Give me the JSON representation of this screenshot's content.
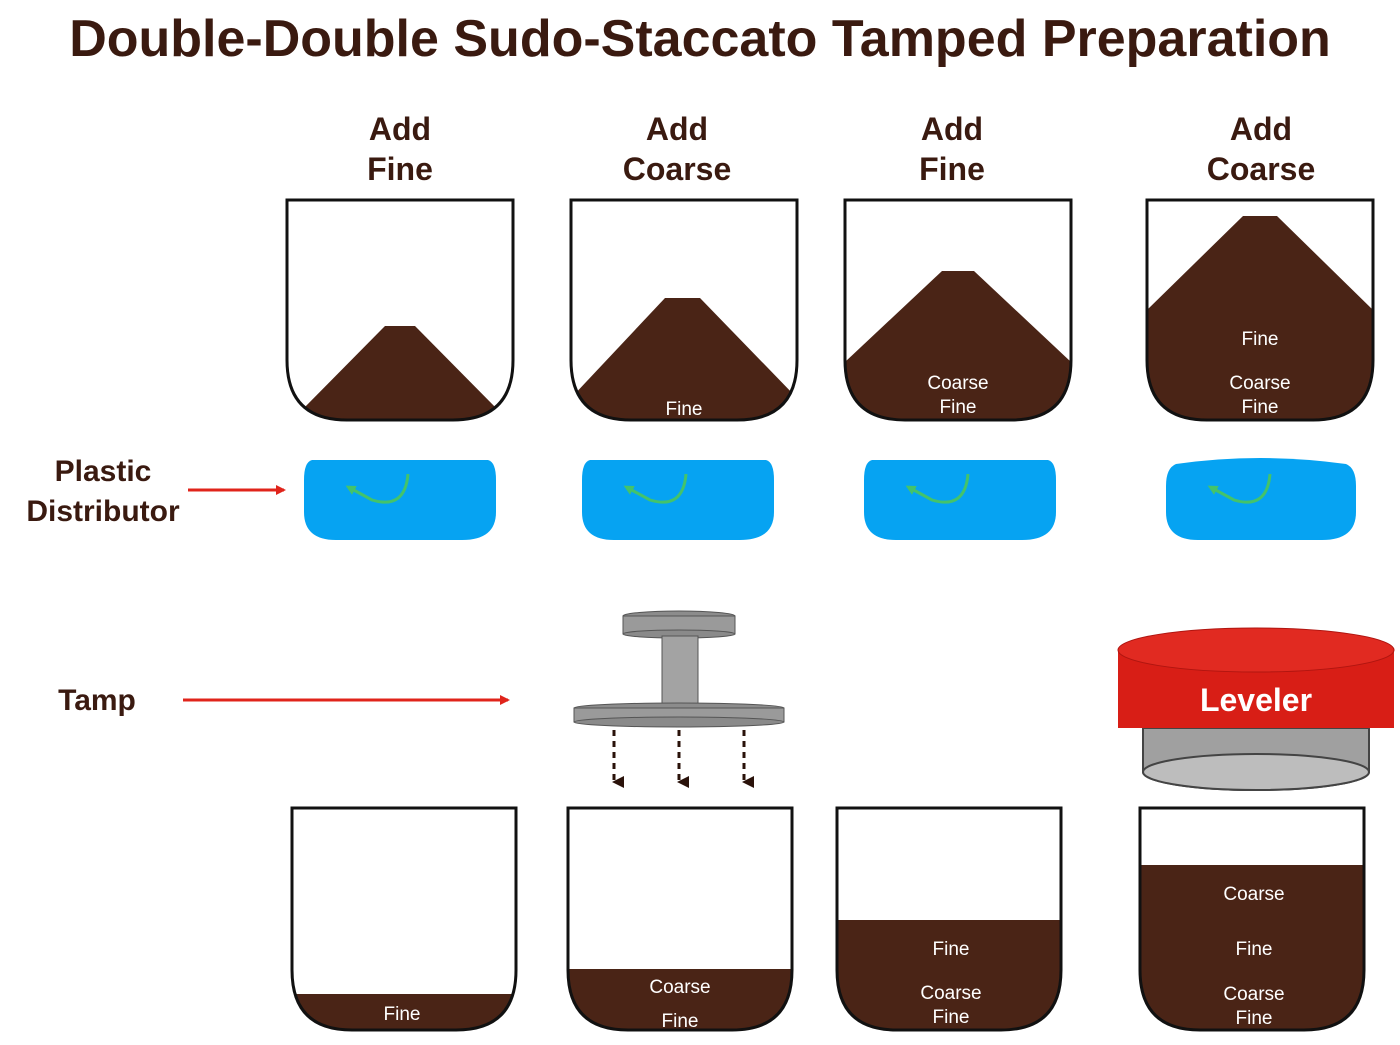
{
  "title": "Double-Double Sudo-Staccato Tamped Preparation",
  "colors": {
    "coffee": "#4a2416",
    "coffee_dark": "#2e140b",
    "distributor": "#06a3f2",
    "distributor_arrow": "#44c36a",
    "pointer_arrow": "#e0241b",
    "leveler": "#d81e16",
    "tamper": "#9a9a9a",
    "text": "#3a1a10"
  },
  "side_labels": {
    "distributor_line1": "Plastic",
    "distributor_line2": "Distributor",
    "tamp": "Tamp"
  },
  "steps": [
    {
      "line1": "Add",
      "line2": "Fine",
      "top_layers": [],
      "bottom_layers": [
        "Fine"
      ]
    },
    {
      "line1": "Add",
      "line2": "Coarse",
      "top_layers": [
        "Fine"
      ],
      "bottom_layers": [
        "Coarse",
        "Fine"
      ]
    },
    {
      "line1": "Add",
      "line2": "Fine",
      "top_layers": [
        "Coarse",
        "Fine"
      ],
      "bottom_layers": [
        "Fine",
        "Coarse",
        "Fine"
      ]
    },
    {
      "line1": "Add",
      "line2": "Coarse",
      "top_layers": [
        "Fine",
        "Coarse",
        "Fine"
      ],
      "bottom_layers": [
        "Coarse",
        "Fine",
        "Coarse",
        "Fine"
      ]
    }
  ],
  "leveler_label": "Leveler"
}
